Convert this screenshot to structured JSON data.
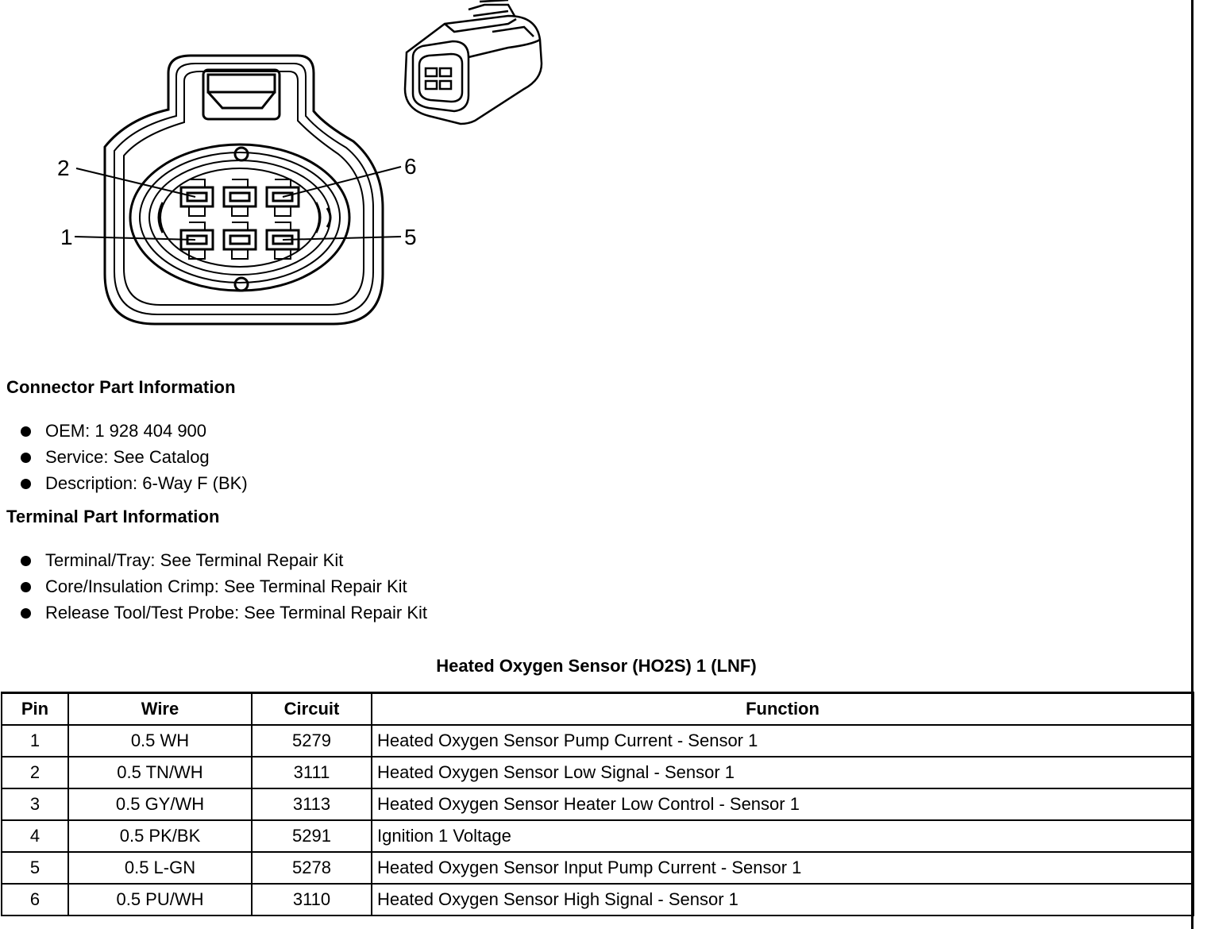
{
  "diagram": {
    "pin_callouts": [
      "2",
      "6",
      "1",
      "5"
    ]
  },
  "connector_section": {
    "title": "Connector Part Information",
    "items": [
      "OEM: 1 928 404 900",
      "Service: See Catalog",
      "Description: 6-Way F (BK)"
    ]
  },
  "terminal_section": {
    "title": "Terminal Part Information",
    "items": [
      "Terminal/Tray: See Terminal Repair Kit",
      "Core/Insulation Crimp: See Terminal Repair Kit",
      "Release Tool/Test Probe: See Terminal Repair Kit"
    ]
  },
  "table": {
    "title": "Heated Oxygen Sensor (HO2S) 1 (LNF)",
    "headers": [
      "Pin",
      "Wire",
      "Circuit",
      "Function"
    ],
    "rows": [
      [
        "1",
        "0.5 WH",
        "5279",
        "Heated Oxygen Sensor Pump Current - Sensor 1"
      ],
      [
        "2",
        "0.5 TN/WH",
        "3111",
        "Heated Oxygen Sensor Low Signal - Sensor 1"
      ],
      [
        "3",
        "0.5 GY/WH",
        "3113",
        "Heated Oxygen Sensor Heater Low Control - Sensor 1"
      ],
      [
        "4",
        "0.5 PK/BK",
        "5291",
        "Ignition 1 Voltage"
      ],
      [
        "5",
        "0.5 L-GN",
        "5278",
        "Heated Oxygen Sensor Input Pump Current - Sensor 1"
      ],
      [
        "6",
        "0.5 PU/WH",
        "3110",
        "Heated Oxygen Sensor High Signal - Sensor 1"
      ]
    ]
  }
}
